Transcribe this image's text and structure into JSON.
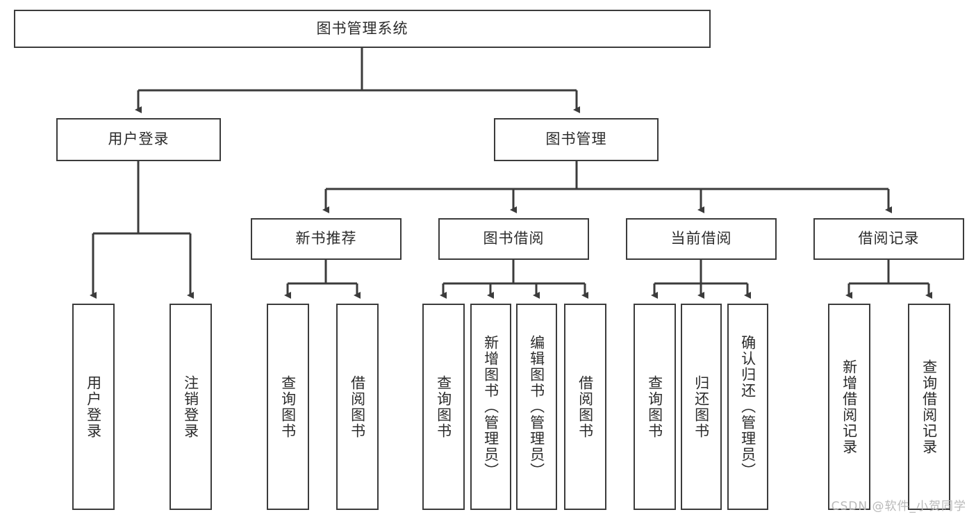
{
  "diagram": {
    "title": "图书管理系统",
    "type": "tree-hierarchy-diagram",
    "colors": {
      "stroke": "#3b3b3b",
      "background": "#ffffff",
      "text": "#2b2b2b",
      "watermark": "#b9b9b9"
    },
    "root": {
      "label": "图书管理系统"
    },
    "level2": [
      {
        "label": "用户登录"
      },
      {
        "label": "图书管理"
      }
    ],
    "level3": [
      {
        "label": "新书推荐"
      },
      {
        "label": "图书借阅"
      },
      {
        "label": "当前借阅"
      },
      {
        "label": "借阅记录"
      }
    ],
    "leaves": {
      "user_login": [
        {
          "label": "用户登录"
        },
        {
          "label": "注销登录"
        }
      ],
      "new_book_recommend": [
        {
          "label": "查询图书"
        },
        {
          "label": "借阅图书"
        }
      ],
      "book_borrow": [
        {
          "label": "查询图书"
        },
        {
          "label": "新增图书（管理员）"
        },
        {
          "label": "编辑图书（管理员）"
        },
        {
          "label": "借阅图书"
        }
      ],
      "current_borrow": [
        {
          "label": "查询图书"
        },
        {
          "label": "归还图书"
        },
        {
          "label": "确认归还（管理员）"
        }
      ],
      "borrow_record": [
        {
          "label": "新增借阅记录"
        },
        {
          "label": "查询借阅记录"
        }
      ]
    }
  },
  "watermark": {
    "text": "CSDN @软件_小贺同学"
  }
}
